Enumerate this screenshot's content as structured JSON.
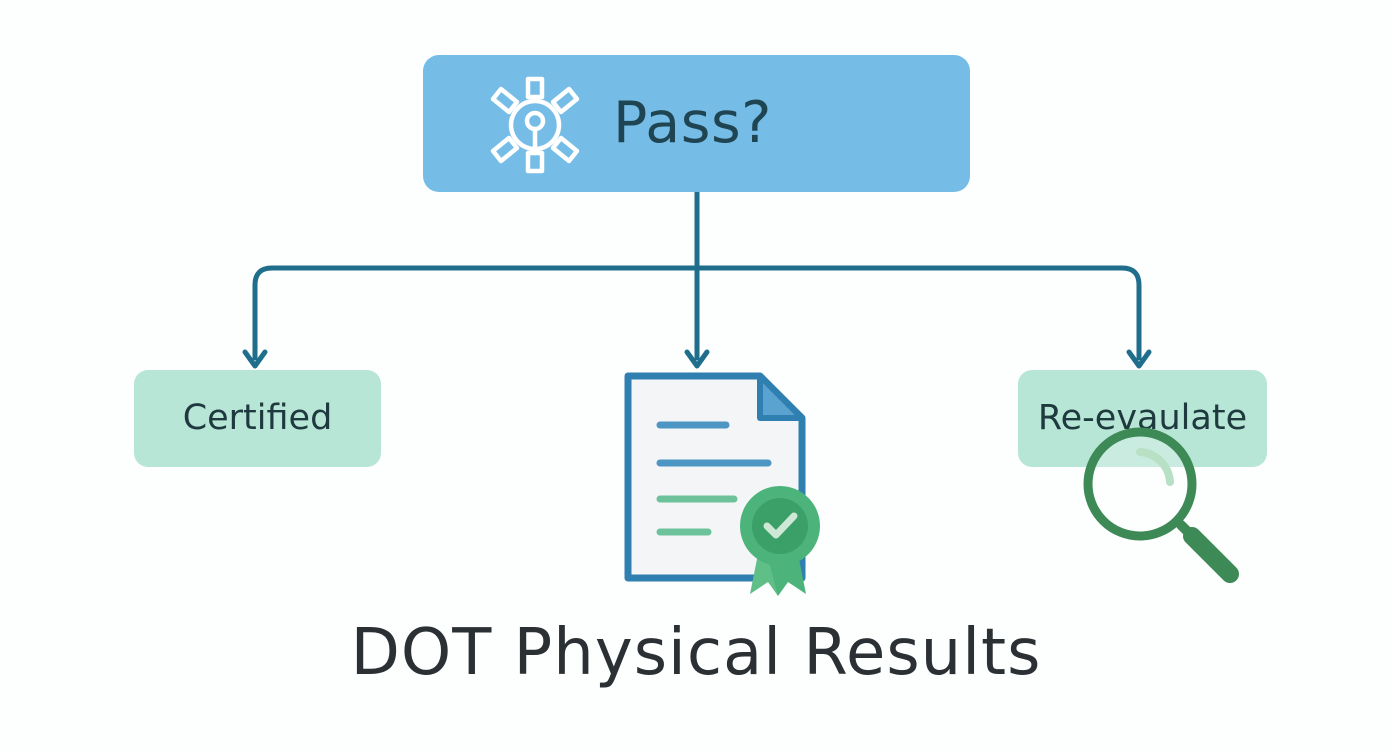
{
  "diagram": {
    "decision": {
      "label": "Pass?",
      "icon": "snowflake-wheel-icon"
    },
    "outcomes": [
      {
        "label": "Certified"
      },
      {
        "label": "Re-evaulate",
        "icon": "magnifying-glass-icon"
      }
    ],
    "center_icon": "certified-document-icon",
    "title": "DOT Physical Results"
  },
  "colors": {
    "decision_fill": "#75bde6",
    "outcome_fill": "#b8e6d6",
    "connector": "#1f6e8c",
    "doc_border": "#2f80b0",
    "badge_green": "#4cb37a",
    "magnifier_green": "#3d8a57",
    "text_dark": "#2b3034"
  }
}
